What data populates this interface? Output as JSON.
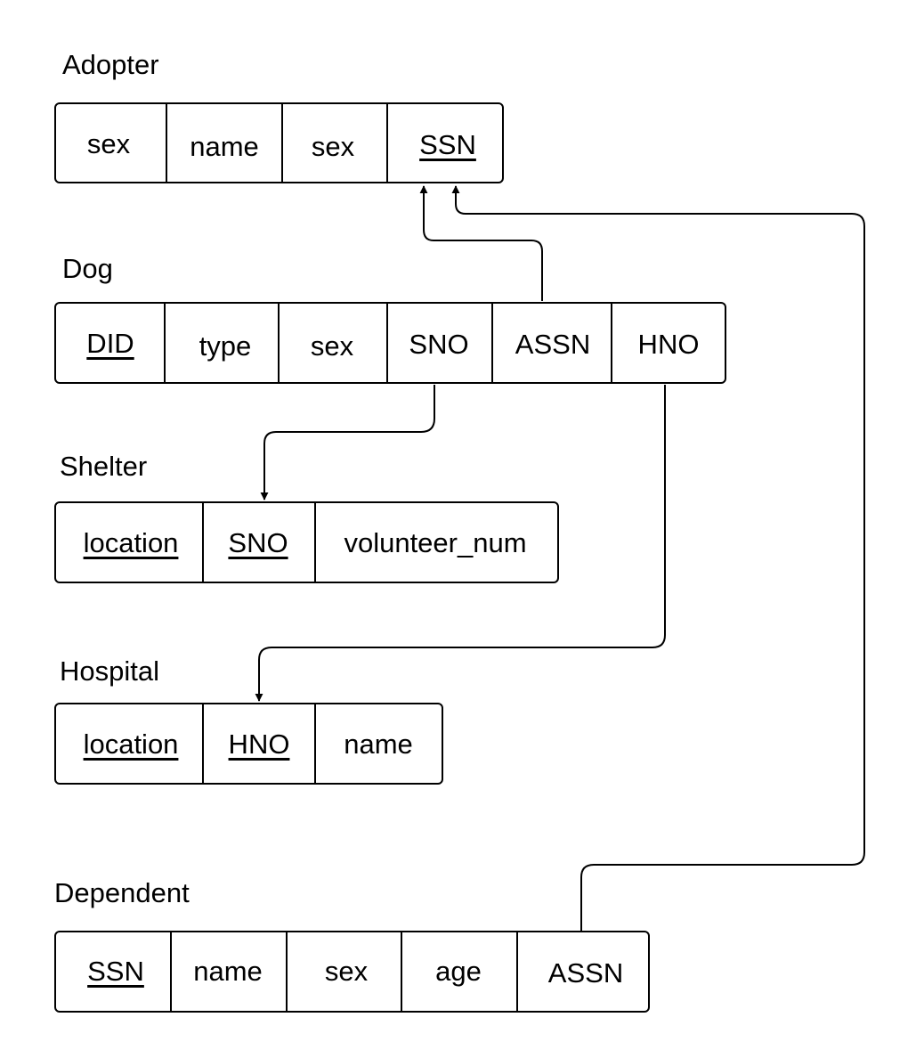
{
  "diagram": {
    "tables": {
      "adopter": {
        "title": "Adopter",
        "columns": [
          {
            "label": "sex",
            "key": false
          },
          {
            "label": "name",
            "key": false
          },
          {
            "label": "sex",
            "key": false
          },
          {
            "label": "SSN",
            "key": true
          }
        ]
      },
      "dog": {
        "title": "Dog",
        "columns": [
          {
            "label": "DID",
            "key": true
          },
          {
            "label": "type",
            "key": false
          },
          {
            "label": "sex",
            "key": false
          },
          {
            "label": "SNO",
            "key": false
          },
          {
            "label": "ASSN",
            "key": false
          },
          {
            "label": "HNO",
            "key": false
          }
        ]
      },
      "shelter": {
        "title": "Shelter",
        "columns": [
          {
            "label": "location",
            "key": true
          },
          {
            "label": "SNO",
            "key": true
          },
          {
            "label": "volunteer_num",
            "key": false
          }
        ]
      },
      "hospital": {
        "title": "Hospital",
        "columns": [
          {
            "label": "location",
            "key": true
          },
          {
            "label": "HNO",
            "key": true
          },
          {
            "label": "name",
            "key": false
          }
        ]
      },
      "dependent": {
        "title": "Dependent",
        "columns": [
          {
            "label": "SSN",
            "key": true
          },
          {
            "label": "name",
            "key": false
          },
          {
            "label": "sex",
            "key": false
          },
          {
            "label": "age",
            "key": false
          },
          {
            "label": "ASSN",
            "key": false
          }
        ]
      }
    },
    "relationships": [
      {
        "from": "dog.ASSN",
        "to": "adopter.SSN"
      },
      {
        "from": "dependent.ASSN",
        "to": "adopter.SSN"
      },
      {
        "from": "dog.SNO",
        "to": "shelter.SNO"
      },
      {
        "from": "dog.HNO",
        "to": "hospital.HNO"
      }
    ]
  }
}
